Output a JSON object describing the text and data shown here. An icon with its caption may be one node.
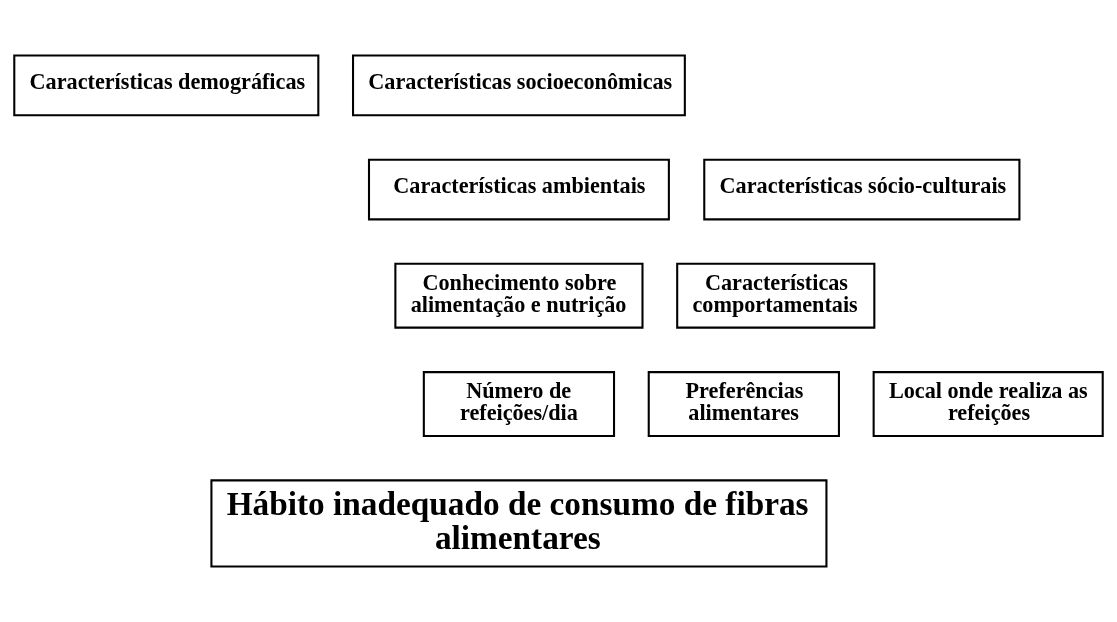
{
  "diagram": {
    "nodes": [
      {
        "text": [
          "Características demográficas"
        ]
      },
      {
        "text": [
          "Características socioeconômicas"
        ]
      },
      {
        "text": [
          "Características sócio-culturais"
        ]
      },
      {
        "text": [
          "Características ambientais"
        ]
      },
      {
        "text": [
          "Características comportamentais"
        ]
      },
      {
        "text": [
          "Conhecimento sobre alimentação e nutrição"
        ]
      },
      {
        "text": [
          "Preferências alimentares"
        ]
      },
      {
        "text": [
          "Número de refeições/dia"
        ]
      },
      {
        "text": [
          "Local onde realiza as refeições"
        ]
      },
      {
        "text": [
          "Hábito inadequado de consumo de fibras alimentares"
        ]
      }
    ]
  }
}
